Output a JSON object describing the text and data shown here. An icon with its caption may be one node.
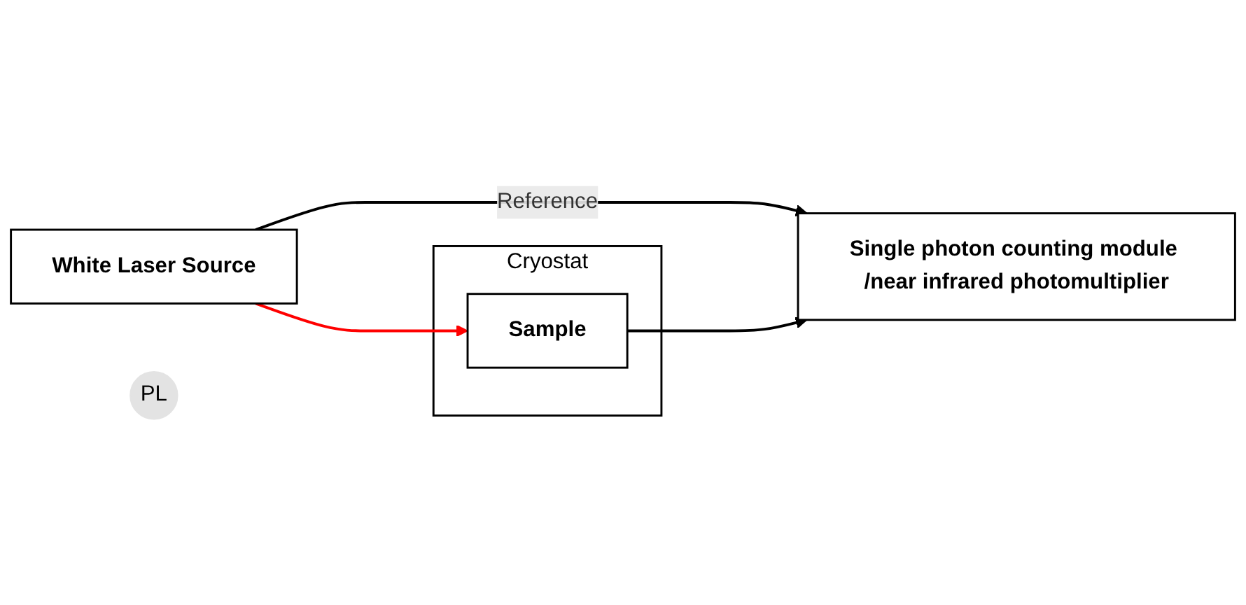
{
  "diagram": {
    "nodes": [
      {
        "text": [
          "Single photon counting module /near infrared photomultiplier"
        ]
      },
      {
        "text": [
          "White Laser Source"
        ]
      },
      {
        "text": [
          "Cryostat"
        ]
      },
      {
        "text": [
          "Sample"
        ],
        "in": 2
      },
      {
        "text": [
          "PL"
        ]
      }
    ],
    "edges": [
      {
        "from": 1,
        "to": 0,
        "arrow": "to",
        "label": "Reference"
      },
      {
        "from": 1,
        "to": 3,
        "arrow": "to",
        "color": "#ff0000"
      },
      {
        "from": 3,
        "to": 0,
        "arrow": "to"
      }
    ]
  }
}
